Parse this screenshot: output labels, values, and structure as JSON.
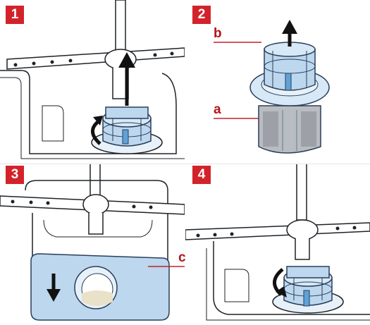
{
  "steps": [
    {
      "number": "1"
    },
    {
      "number": "2",
      "labels": {
        "b": "b",
        "a": "a"
      }
    },
    {
      "number": "3",
      "labels": {
        "c": "c"
      }
    },
    {
      "number": "4"
    }
  ],
  "colors": {
    "badge": "#d2232a",
    "label": "#b5121b",
    "filter_blue": "#bcd7ee",
    "filter_stroke": "#2a3f5a",
    "outline": "#1e2226",
    "accent_line": "#c42128"
  },
  "icons": {
    "step1": [
      "arrow-up-icon",
      "rotate-counterclockwise-icon"
    ],
    "step2": [
      "arrow-up-icon"
    ],
    "step3": [
      "arrow-down-icon"
    ],
    "step4": [
      "rotate-clockwise-icon"
    ]
  }
}
